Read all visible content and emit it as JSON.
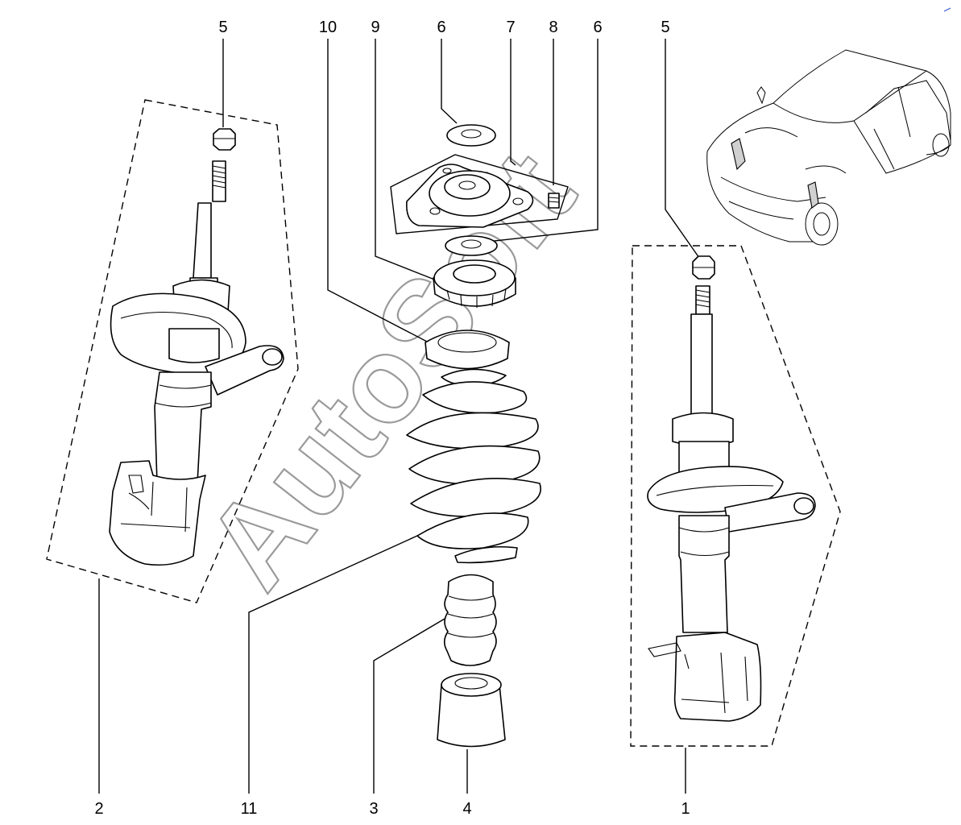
{
  "diagram": {
    "watermark": "AutoSoft",
    "callouts": [
      {
        "id": "top-5-left",
        "label": "5"
      },
      {
        "id": "top-10",
        "label": "10"
      },
      {
        "id": "top-9",
        "label": "9"
      },
      {
        "id": "top-6-a",
        "label": "6"
      },
      {
        "id": "top-7",
        "label": "7"
      },
      {
        "id": "top-8",
        "label": "8"
      },
      {
        "id": "top-6-b",
        "label": "6"
      },
      {
        "id": "top-5-right",
        "label": "5"
      },
      {
        "id": "bottom-2",
        "label": "2"
      },
      {
        "id": "bottom-11",
        "label": "11"
      },
      {
        "id": "bottom-3",
        "label": "3"
      },
      {
        "id": "bottom-4",
        "label": "4"
      },
      {
        "id": "bottom-1",
        "label": "1"
      }
    ]
  }
}
